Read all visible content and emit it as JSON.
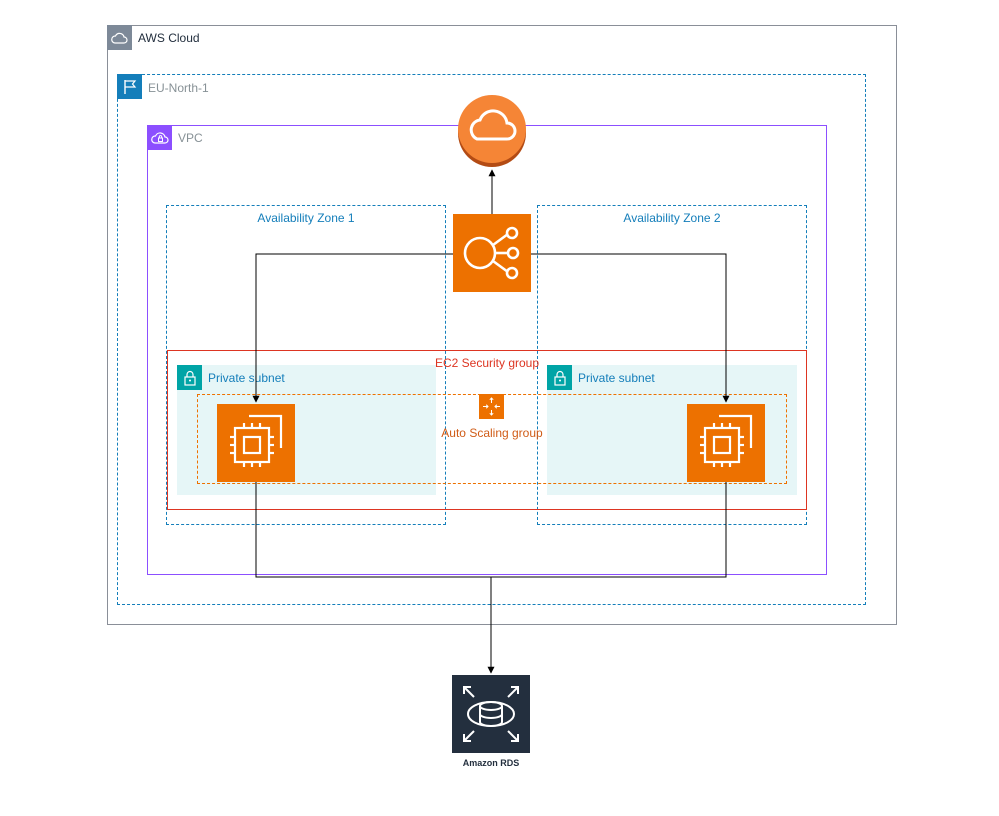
{
  "groups": {
    "aws_cloud": "AWS Cloud",
    "region": "EU-North-1",
    "vpc": "VPC",
    "az1": "Availability Zone 1",
    "az2": "Availability Zone 2",
    "security_group": "EC2 Security group",
    "subnet1": "Private subnet",
    "subnet2": "Private subnet",
    "autoscaling": "Auto Scaling group"
  },
  "services": {
    "rds_label": "Amazon RDS"
  },
  "icons": [
    "aws-cloud-icon",
    "region-flag-icon",
    "vpc-icon",
    "padlock-icon",
    "internet-gateway-icon",
    "elastic-load-balancer-icon",
    "ec2-instance-icon",
    "auto-scaling-icon",
    "amazon-rds-icon"
  ],
  "colors": {
    "aws_cloud_border": "#8a8f98",
    "region_border": "#147eba",
    "vpc_border": "#8c4fff",
    "security_group_border": "#dd3522",
    "subnet_fill": "#e6f6f7",
    "subnet_badge": "#00a4a6",
    "compute_orange": "#ed7100",
    "rds_dark": "#232f3e",
    "igw_orange": "#f58536"
  }
}
